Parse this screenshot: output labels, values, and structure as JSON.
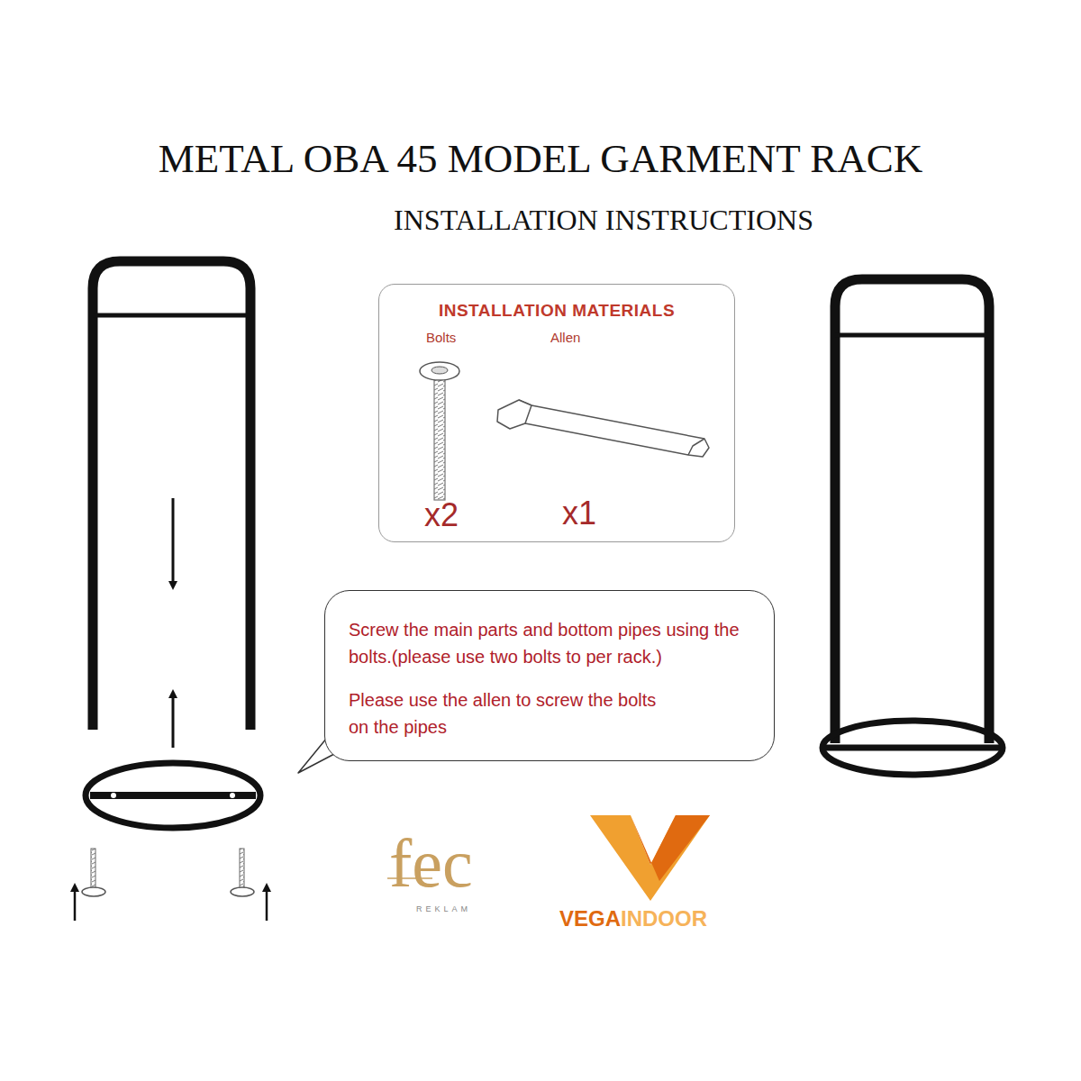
{
  "diagram": {
    "title": "METAL OBA 45 MODEL GARMENT RACK",
    "nodes": [
      {
        "text": [
          "INSTALLATION MATERIALS",
          "Bolts",
          "Allen",
          "x2",
          "x1"
        ]
      },
      {
        "text": [
          "Screw the main parts and bottom pipes using the bolts.(please use two bolts to per rack.)",
          "Please use the allen to screw the bolts on the pipes"
        ]
      }
    ],
    "labels": [
      "INSTALLATION INSTRUCTIONS",
      "fec",
      "REKLAM",
      "VEGA",
      "INDOOR"
    ]
  }
}
